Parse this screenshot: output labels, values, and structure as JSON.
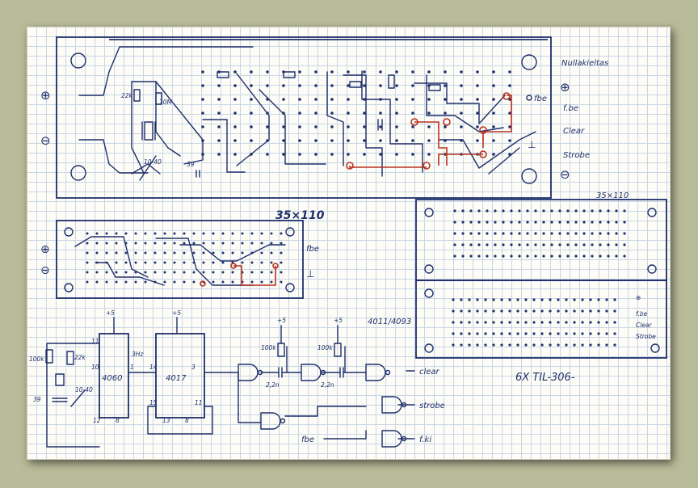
{
  "board_top": {
    "labels": [
      "Nullakieltas",
      "f.be",
      "Clear",
      "Strobe"
    ],
    "symbols": [
      "⊕",
      "⊖",
      "⊥"
    ],
    "fbe_pad": "fbe",
    "parts": [
      "22k",
      "10M",
      "10-40",
      "39"
    ]
  },
  "board_dims": {
    "left": "35×110",
    "right": "35×110"
  },
  "board_left": {
    "fbe": "fbe"
  },
  "schematic": {
    "supply": [
      "+5",
      "+5",
      "+5",
      "+5"
    ],
    "ic1": "4060",
    "ic2": "4017",
    "ic1_pins": [
      "11",
      "10",
      "12",
      "8",
      "1"
    ],
    "ic2_pins": [
      "14",
      "3",
      "15",
      "13",
      "8",
      "11"
    ],
    "freq": "3Hz",
    "gate_ic": "4011/4093",
    "r_labels": [
      "100k",
      "22k",
      "100k",
      "100k"
    ],
    "c_labels": [
      "39",
      "10-40",
      "2,2n",
      "2,2n"
    ],
    "outputs": [
      "clear",
      "strobe",
      "f.ki"
    ],
    "input": "fbe"
  },
  "display_note": "6X TIL-306-"
}
